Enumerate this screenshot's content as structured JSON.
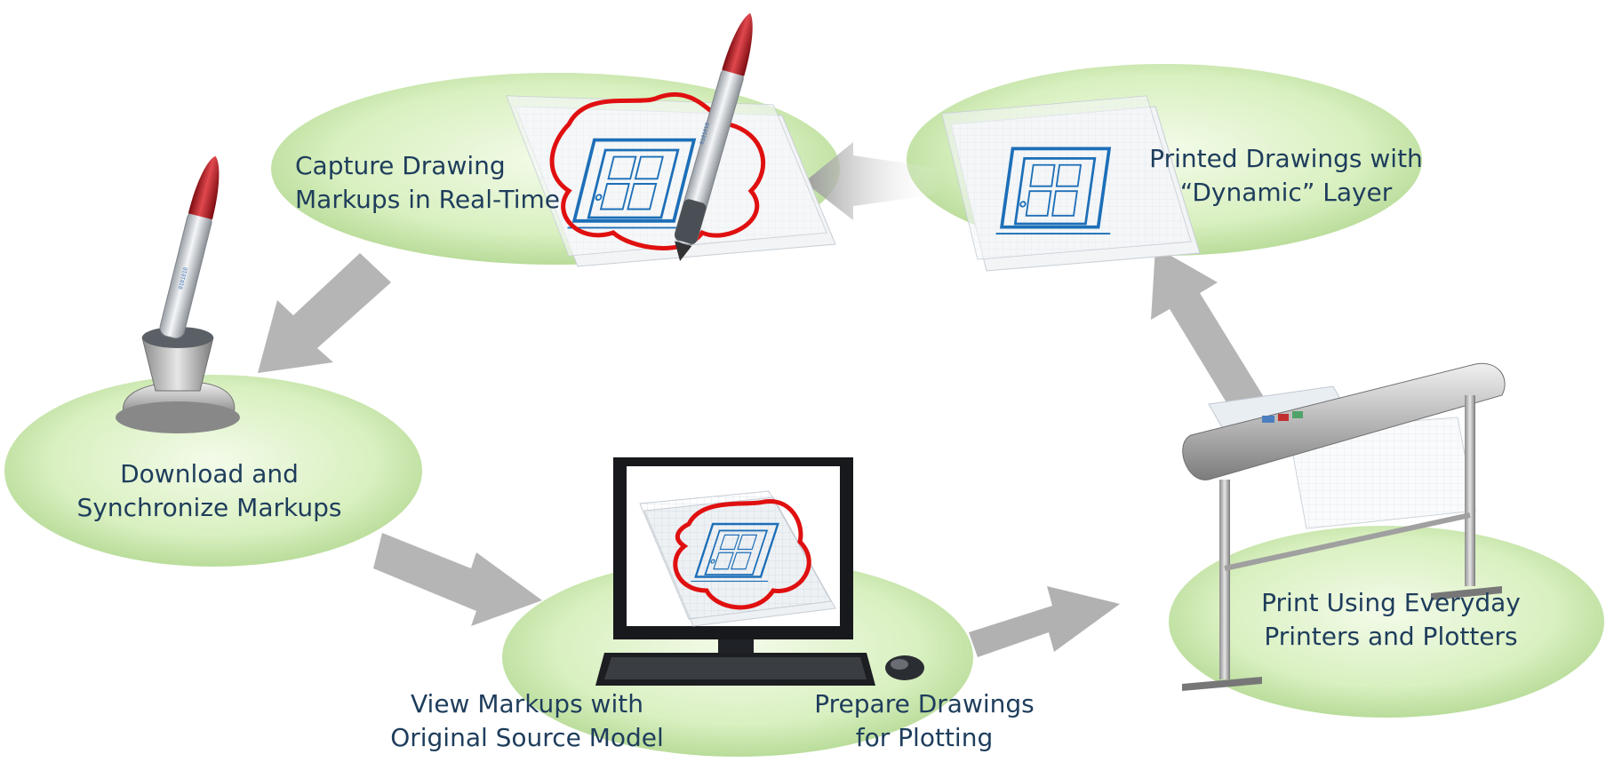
{
  "steps": {
    "capture": {
      "line1": "Capture Drawing",
      "line2": "Markups in Real-Time"
    },
    "printed": {
      "line1": "Printed Drawings with",
      "line2": "“Dynamic” Layer"
    },
    "download": {
      "line1": "Download and",
      "line2": "Synchronize Markups"
    },
    "view": {
      "line1": "View Markups with",
      "line2": "Original Source Model"
    },
    "prepare": {
      "line1": "Prepare Drawings",
      "line2": "for Plotting"
    },
    "print": {
      "line1": "Print Using Everyday",
      "line2": "Printers and Plotters"
    }
  },
  "pen_code_text": "0101010",
  "colors": {
    "ellipse_fill": "#d9f0c0",
    "ellipse_edge": "#b9dc9a",
    "label_text": "#1e3d5c",
    "arrow": "#a9a9a9",
    "markup_red": "#e01010",
    "door_blue": "#1d6fb8",
    "pen_tip": "#b3151b"
  },
  "icons": [
    "digital-pen-icon",
    "pen-dock-icon",
    "drawing-sheet-icon",
    "computer-monitor-icon",
    "keyboard-icon",
    "mouse-icon",
    "plotter-icon"
  ]
}
